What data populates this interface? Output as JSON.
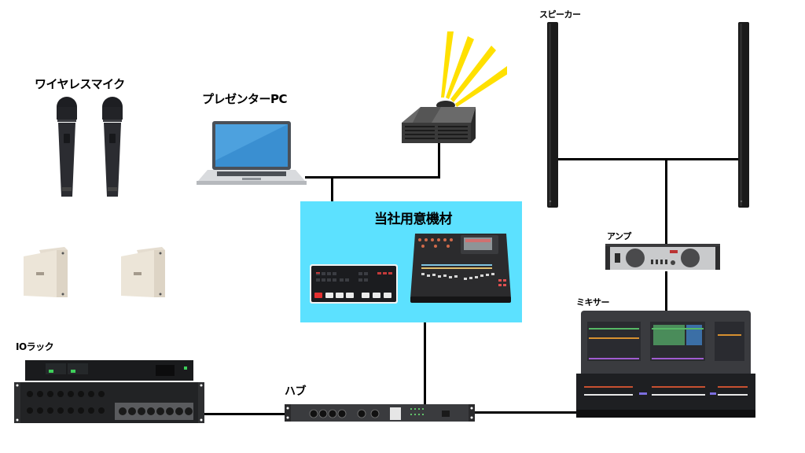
{
  "diagram": {
    "title": "音響・映像機材 接続構成図",
    "accent_color": "#5ce1ff",
    "labels": {
      "wireless_mic": "ワイヤレスマイク",
      "presenter_pc": "プレゼンターPC",
      "speaker": "スピーカー",
      "company_equipment": "当社用意機材",
      "amp": "アンプ",
      "mixer": "ミキサー",
      "io_rack": "IOラック",
      "hub": "ハブ"
    },
    "nodes": [
      {
        "id": "wireless-mic-1",
        "type": "microphone-icon"
      },
      {
        "id": "wireless-mic-2",
        "type": "microphone-icon"
      },
      {
        "id": "receiver-antenna-1",
        "type": "antenna-icon"
      },
      {
        "id": "receiver-antenna-2",
        "type": "antenna-icon"
      },
      {
        "id": "presenter-pc",
        "type": "laptop-icon"
      },
      {
        "id": "projector",
        "type": "projector-icon"
      },
      {
        "id": "speaker-left",
        "type": "column-speaker-icon"
      },
      {
        "id": "speaker-right",
        "type": "column-speaker-icon"
      },
      {
        "id": "video-switcher",
        "type": "video-switcher-icon"
      },
      {
        "id": "digital-mixer-small",
        "type": "mixer-console-icon"
      },
      {
        "id": "amplifier",
        "type": "amplifier-icon"
      },
      {
        "id": "mixer-console",
        "type": "mixer-console-icon"
      },
      {
        "id": "io-rack",
        "type": "rack-unit-icon"
      },
      {
        "id": "network-hub",
        "type": "network-switch-icon"
      }
    ],
    "connections": [
      [
        "presenter-pc",
        "projector"
      ],
      [
        "presenter-pc",
        "video-switcher"
      ],
      [
        "speaker-left",
        "speaker-right"
      ],
      [
        "speaker-left",
        "amplifier"
      ],
      [
        "amplifier",
        "mixer-console"
      ],
      [
        "io-rack",
        "network-hub"
      ],
      [
        "network-hub",
        "mixer-console"
      ],
      [
        "digital-mixer-small",
        "network-hub"
      ]
    ]
  }
}
